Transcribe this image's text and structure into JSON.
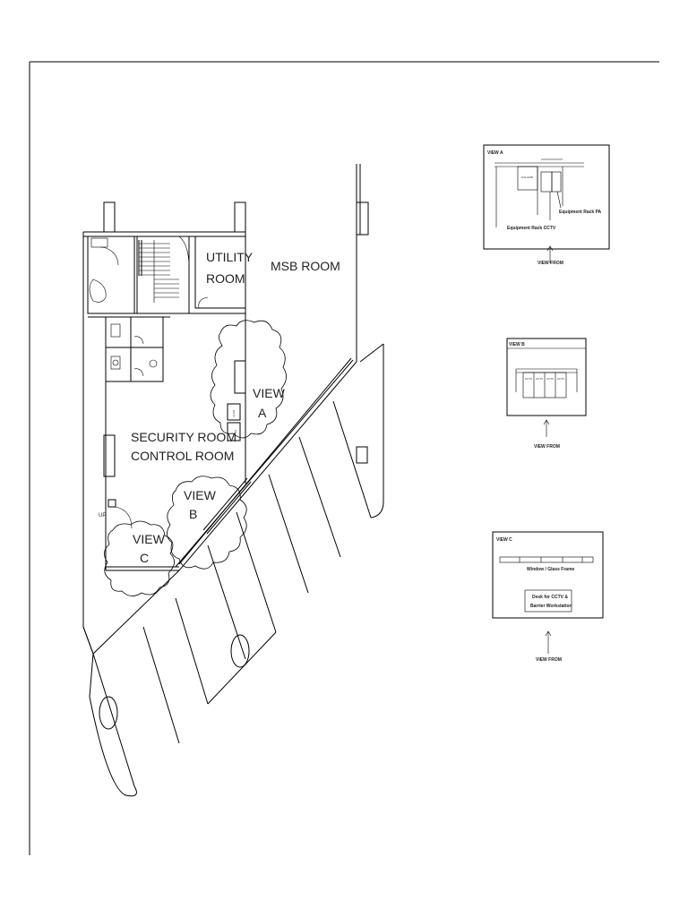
{
  "plan": {
    "utility_room": [
      "UTILITY",
      "ROOM"
    ],
    "msb_room": "MSB ROOM",
    "security_room": [
      "SECURITY ROOM",
      "CONTROL ROOM"
    ],
    "view_a_marker": [
      "VIEW",
      "A"
    ],
    "view_b_marker": [
      "VIEW",
      "B"
    ],
    "view_c_marker": [
      "VIEW",
      "C"
    ],
    "door_tag": "UP"
  },
  "view_a": {
    "title": "VIEW A",
    "column_label": "COLUMN",
    "rack_pa": "Equipment Rack PA",
    "rack_cctv": "Equipment Rack CCTV",
    "view_from": "VIEW FROM"
  },
  "view_b": {
    "title": "VIEW B",
    "panel_labels": [
      "CCTV",
      "CCTV",
      "CCTV",
      "CCTV"
    ],
    "view_from": "VIEW FROM"
  },
  "view_c": {
    "title": "VIEW C",
    "window_label": "Window / Glass Frame",
    "desk_label_1": "Desk for CCTV &",
    "desk_label_2": "Barrier Workstation",
    "view_from": "VIEW FROM"
  }
}
